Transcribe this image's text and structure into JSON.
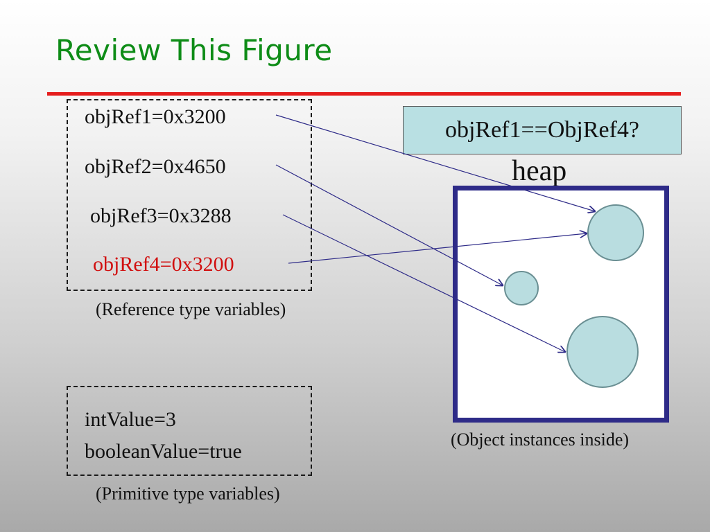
{
  "title": "Review This Figure",
  "reference_vars": [
    {
      "label": "objRef1=0x3200",
      "highlight": false
    },
    {
      "label": "objRef2=0x4650",
      "highlight": false
    },
    {
      "label": "objRef3=0x3288",
      "highlight": false
    },
    {
      "label": "objRef4=0x3200",
      "highlight": true
    }
  ],
  "reference_caption": "(Reference type variables)",
  "primitive_vars": [
    "intValue=3",
    "booleanValue=true"
  ],
  "primitive_caption": "(Primitive type variables)",
  "question": "objRef1==ObjRef4?",
  "heap_label": "heap",
  "heap_caption": "(Object instances inside)",
  "colors": {
    "title": "#0e8c17",
    "rule": "#e51d1d",
    "highlight": "#d10f0f",
    "heap_border": "#2e2b88",
    "object_fill": "#b9dde0",
    "arrow": "#2e2b88"
  }
}
